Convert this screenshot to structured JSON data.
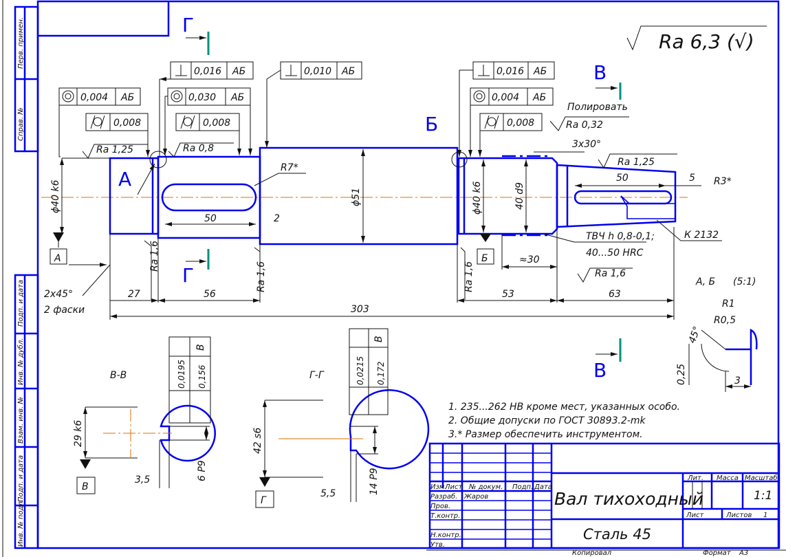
{
  "roughness_general": "Ra 6,3 (√)",
  "section_labels": {
    "g": "Г",
    "v": "В",
    "a": "А",
    "b": "Б"
  },
  "tolerances": {
    "perp_1": {
      "value": "0,016",
      "base": "АБ"
    },
    "perp_2": {
      "value": "0,010",
      "base": "АБ"
    },
    "perp_3": {
      "value": "0,016",
      "base": "АБ"
    },
    "conc_1": {
      "value": "0,004",
      "base": "АБ"
    },
    "conc_2": {
      "value": "0,030",
      "base": "АБ"
    },
    "conc_3": {
      "value": "0,004",
      "base": "АБ"
    },
    "cyl_1": "0,008",
    "cyl_2": "0,008",
    "cyl_3": "0,008"
  },
  "dims": {
    "ra125_left": "Ra 1,25",
    "ra08": "Ra 0,8",
    "d40k6_left": "ϕ40 k6",
    "r7": "R7*",
    "d51": "ϕ51",
    "key50": "50",
    "key2": "2",
    "ra16_a": "Ra 1,6",
    "ra16_b": "Ra 1,6",
    "ra16_c": "Ra 1,6",
    "ra16_d": "Ra 1,6",
    "chamfer": "2x45°",
    "chamfer_note": "2 фаски",
    "l27": "27",
    "l56": "56",
    "l303": "303",
    "l53": "53",
    "l63": "63",
    "l30": "≈30",
    "polish": "Полировать",
    "ra032": "Ra 0,32",
    "c3x30": "3x30°",
    "ra125_right": "Ra 1,25",
    "key50r": "50",
    "five": "5",
    "r3": "R3*",
    "d40k6_right": "ϕ40 k6",
    "d40d9": "40 d9",
    "tvch": "ТВЧ h 0,8-0,1;",
    "hrc": "40...50 HRC",
    "k2132": "К 2132",
    "detail": "А, Б",
    "detail_scale": "(5:1)",
    "r1": "R1",
    "r05": "R0,5",
    "ang45": "45°",
    "d025": "0,25",
    "d3": "3"
  },
  "section_v": {
    "title": "В-В",
    "d": "29 k6",
    "w": "6 P9",
    "depth": "3,5",
    "sym": "0,0195",
    "par": "0,156",
    "base": "В"
  },
  "section_g": {
    "title": "Г-Г",
    "d": "42 s6",
    "w": "14 P9",
    "depth": "5,5",
    "sym": "0,0215",
    "par": "0,172",
    "base": "В"
  },
  "notes": [
    "1. 235...262 НВ кроме мест, указанных особо.",
    "2. Общие допуски по ГОСТ 30893.2-mk",
    "3.* Размер обеспечить инструментом."
  ],
  "left_strip": [
    "Перв. примен.",
    "Справ. №",
    "Подп. и дата",
    "Инв. № дубл.",
    "Взам. инв. №",
    "Подп. и дата",
    "Инв. № подл."
  ],
  "title_block": {
    "headers": [
      "Изм.",
      "Лист",
      "№ докум.",
      "Подп.",
      "Дата"
    ],
    "roles": [
      "Разраб.",
      "Пров.",
      "Т.контр.",
      "",
      "Н.контр.",
      "Утв."
    ],
    "developer": "Жаров",
    "name": "Вал тихоходный",
    "material": "Сталь 45",
    "lit": "Лит.",
    "mass": "Масса",
    "scale_label": "Масштаб",
    "scale": "1:1",
    "sheet": "Лист",
    "sheets": "Листов",
    "sheets_count": "1",
    "copied": "Копировал",
    "format": "Формат",
    "format_value": "А3"
  }
}
